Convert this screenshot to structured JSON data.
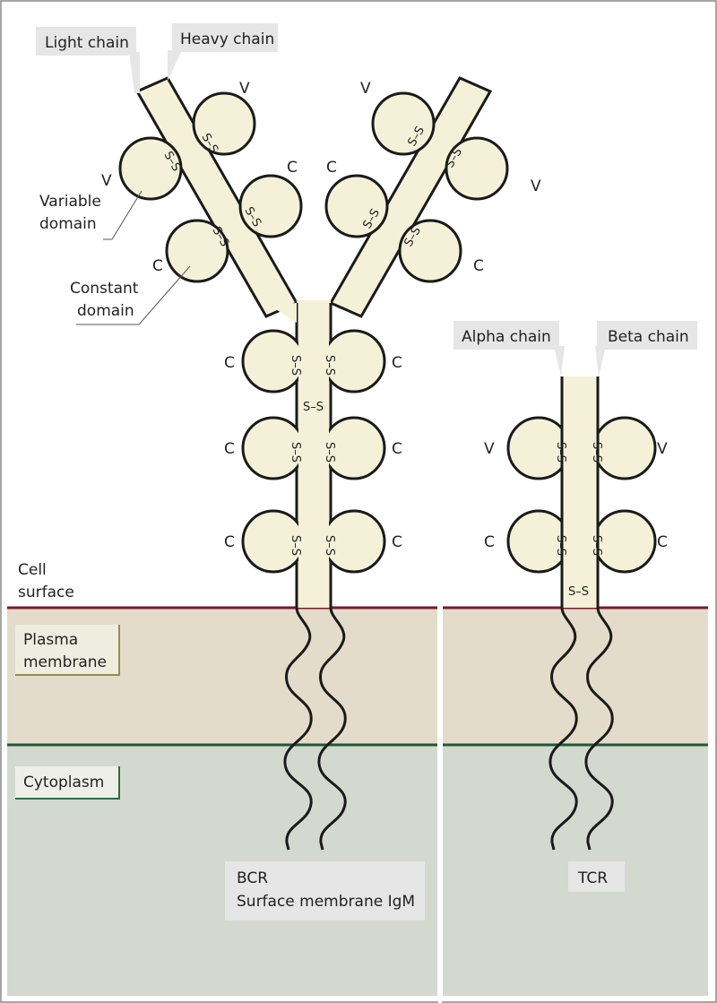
{
  "callouts": {
    "light_chain": "Light chain",
    "heavy_chain": "Heavy chain",
    "alpha_chain": "Alpha chain",
    "beta_chain": "Beta chain"
  },
  "annotations": {
    "variable_domain_line1": "Variable",
    "variable_domain_line2": "domain",
    "constant_domain_line1": "Constant",
    "constant_domain_line2": "domain",
    "cell_surface_line1": "Cell",
    "cell_surface_line2": "surface"
  },
  "regions": {
    "plasma_membrane_line1": "Plasma",
    "plasma_membrane_line2": "membrane",
    "cytoplasm": "Cytoplasm"
  },
  "receptors": {
    "bcr_line1": "BCR",
    "bcr_line2": "Surface membrane IgM",
    "tcr": "TCR"
  },
  "domain_letters": {
    "variable": "V",
    "constant": "C"
  },
  "bond_label": "S–S",
  "colors": {
    "chain_fill": "#f4f1d8",
    "membrane_band": "#e3dcca",
    "cytoplasm_band": "#d4d9cf",
    "cell_surface_line": "#7a1a2a",
    "cytoplasm_line": "#1d5a3a",
    "callout_bg": "#e6e6e6",
    "plasma_label_border": "#9a8a50",
    "cytoplasm_label_border": "#2f6a45"
  }
}
